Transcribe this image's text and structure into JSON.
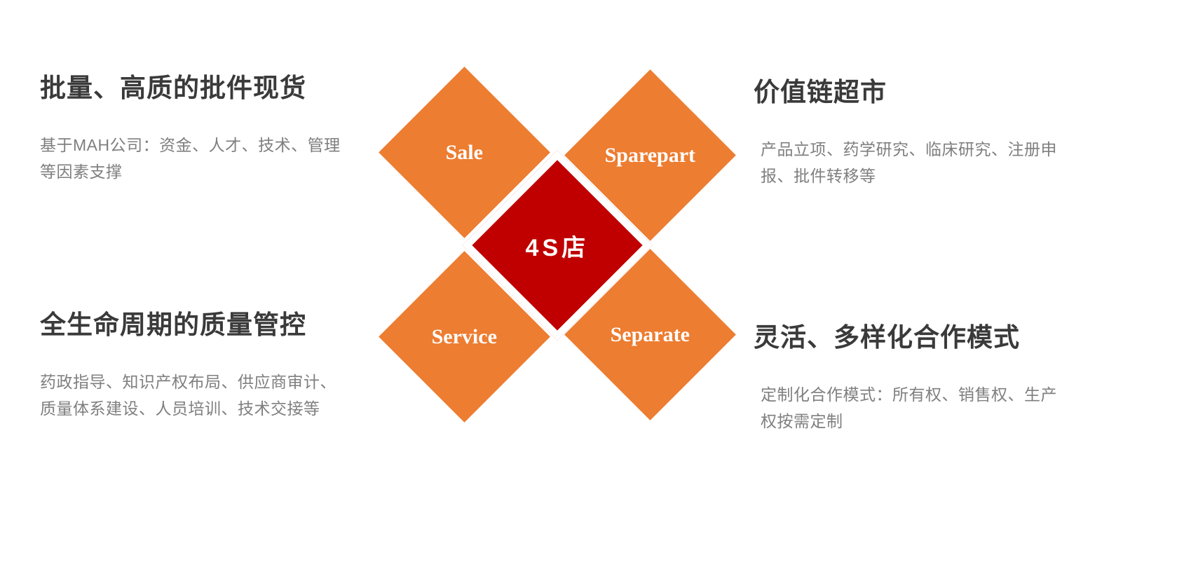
{
  "diagram": {
    "center": {
      "label": "4S店",
      "color": "#c00000"
    },
    "diamonds": [
      {
        "id": "sale",
        "label": "Sale"
      },
      {
        "id": "sparepart",
        "label": "Sparepart"
      },
      {
        "id": "service",
        "label": "Service"
      },
      {
        "id": "separate",
        "label": "Separate"
      }
    ],
    "diamond_color": "#ed7d31",
    "label_text_color": "#ffffff"
  },
  "callouts": {
    "top_left": {
      "title": "批量、高质的批件现货",
      "body": "基于MAH公司：资金、人才、技术、管理等因素支撑"
    },
    "top_right": {
      "title": "价值链超市",
      "body": "产品立项、药学研究、临床研究、注册申报、批件转移等"
    },
    "bottom_left": {
      "title": "全生命周期的质量管控",
      "body": "药政指导、知识产权布局、供应商审计、质量体系建设、人员培训、技术交接等"
    },
    "bottom_right": {
      "title": "灵活、多样化合作模式",
      "body": "定制化合作模式：所有权、销售权、生产权按需定制"
    }
  },
  "text_colors": {
    "title": "#3a3a3a",
    "body": "#7f7f7f"
  }
}
